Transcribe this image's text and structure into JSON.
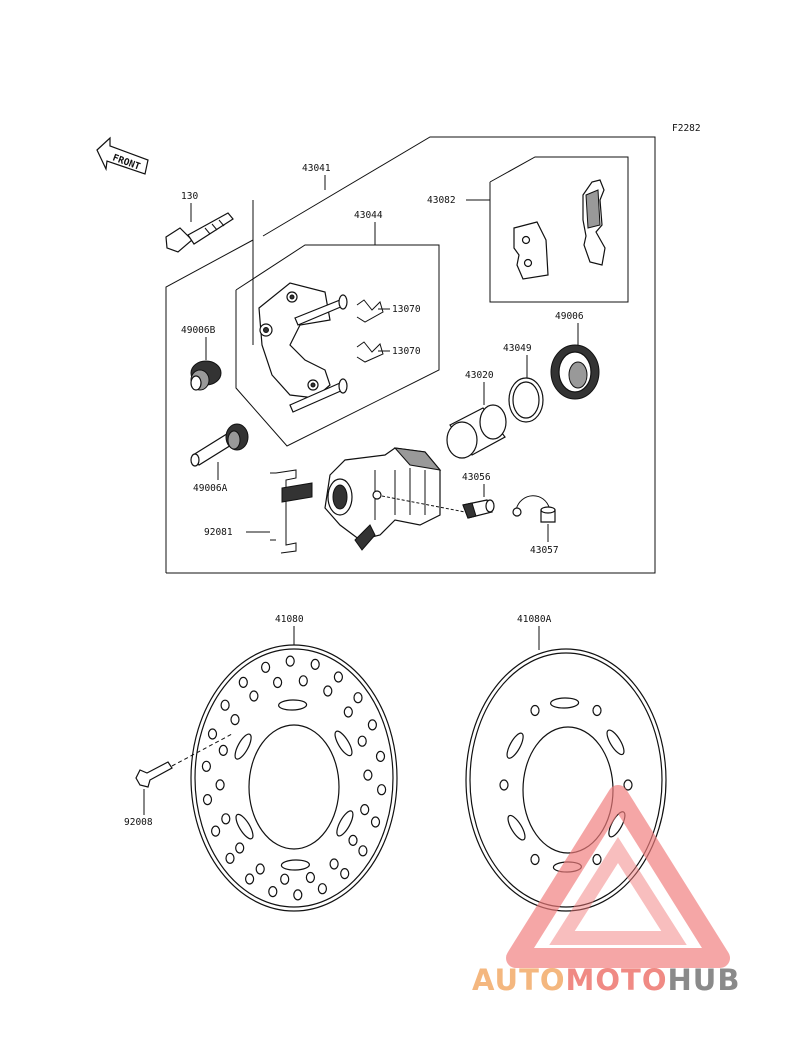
{
  "diagram": {
    "code": "F2282",
    "front_label": "FRONT",
    "part_numbers": {
      "p43041": "43041",
      "p43044": "43044",
      "p43082": "43082",
      "p130": "130",
      "p13070a": "13070",
      "p13070b": "13070",
      "p49006B": "49006B",
      "p49006A": "49006A",
      "p49006": "49006",
      "p43049": "43049",
      "p43020": "43020",
      "p43056": "43056",
      "p43057": "43057",
      "p92081": "92081",
      "p41080": "41080",
      "p41080A": "41080A",
      "p92008": "92008"
    }
  },
  "watermark": {
    "part1": "AUTO",
    "part2": "MOTO",
    "part3": "HUB",
    "color1": "#f4b77f",
    "color2": "#f08a84",
    "color3": "#8a8a8a"
  }
}
